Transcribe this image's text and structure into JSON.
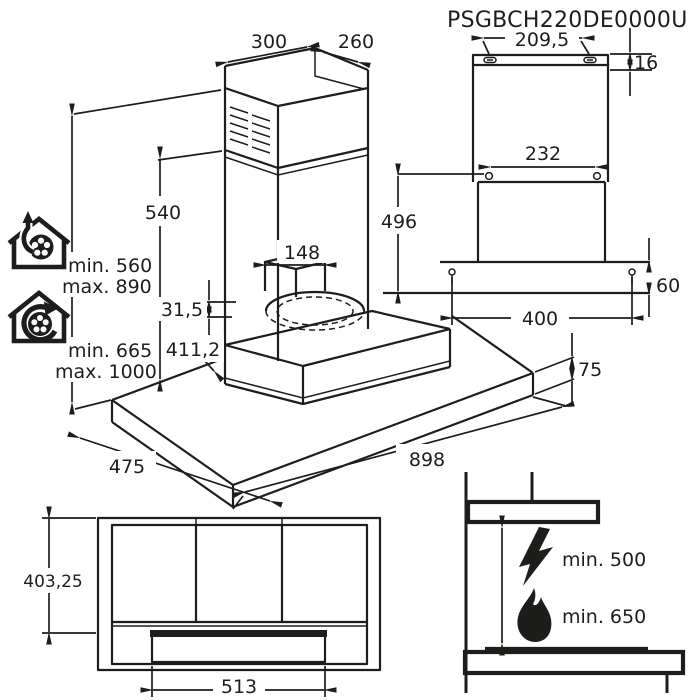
{
  "title": "PSGBCH220DE0000U",
  "main_view": {
    "chimney_width": "300",
    "chimney_depth": "260",
    "lower_chimney_height": "540",
    "duct_width": "148",
    "duct_collar_height": "31,5",
    "hood_height": "411,2",
    "canopy_thickness": "75",
    "canopy_width": "898",
    "canopy_depth": "475",
    "exhaust": {
      "min": "min. 560",
      "max": "max. 890"
    },
    "recirculation": {
      "min": "min. 665",
      "max": "max. 1000"
    }
  },
  "rear_view": {
    "bar_width": "209,5",
    "bar_height": "16",
    "hook_spacing": "232",
    "bracket_height": "496",
    "screw_offset": "60",
    "screw_spacing": "400"
  },
  "bottom_view": {
    "body_depth": "403,25",
    "rear_vent_width": "513"
  },
  "clearance_view": {
    "electric_hob_min": "min. 500",
    "gas_hob_min": "min. 650"
  },
  "icons": {
    "exhaust_mode": "house-with-fan-duct-out",
    "recirculation_mode": "house-with-fan-recirculating",
    "electric_hob": "lightning-bolt",
    "gas_hob": "flame"
  }
}
